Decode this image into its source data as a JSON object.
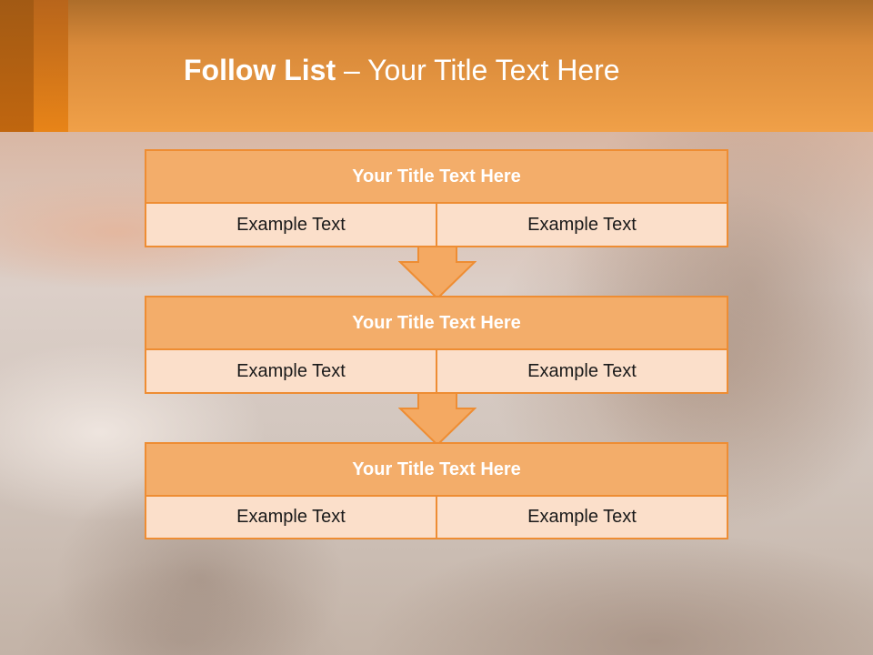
{
  "slide": {
    "title_bold": "Follow List",
    "title_rest": " – Your Title Text Here"
  },
  "blocks": [
    {
      "title": "Your Title Text Here",
      "left": "Example Text",
      "right": "Example Text"
    },
    {
      "title": "Your Title Text Here",
      "left": "Example Text",
      "right": "Example Text"
    },
    {
      "title": "Your Title Text Here",
      "left": "Example Text",
      "right": "Example Text"
    }
  ],
  "colors": {
    "header_orange": "#f0a048",
    "block_border": "#ee8d33",
    "block_head": "#f3ad6a",
    "block_body": "#fbdfca"
  }
}
